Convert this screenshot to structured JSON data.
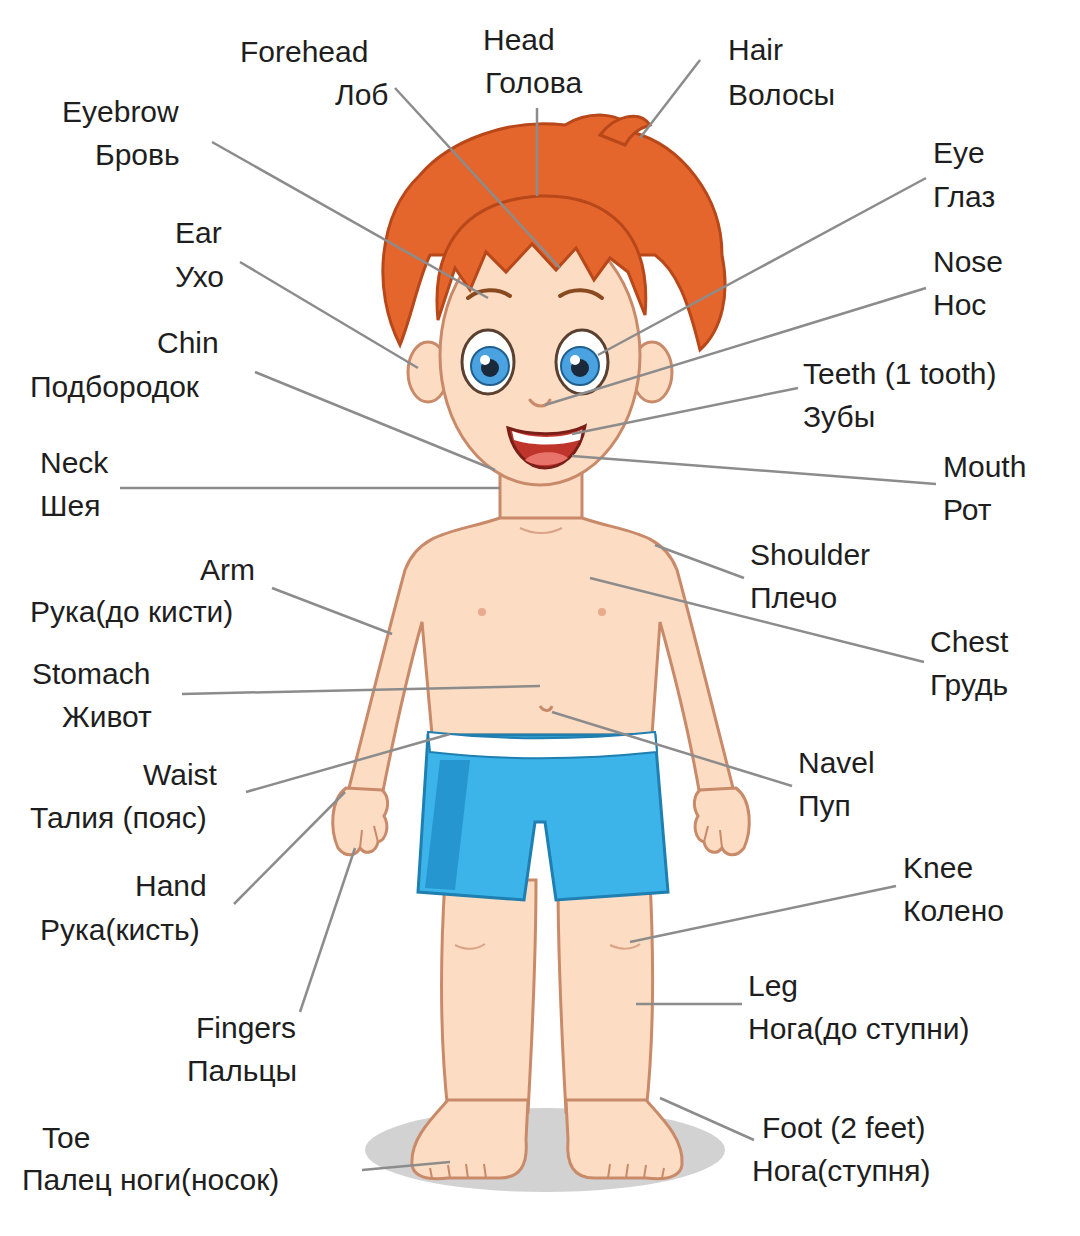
{
  "diagram": {
    "labels": [
      "Forehead",
      "Лоб",
      "Head",
      "Голова",
      "Hair",
      "Волосы",
      "Eyebrow",
      "Бровь",
      "Eye",
      "Глаз",
      "Ear",
      "Ухо",
      "Nose",
      "Нос",
      "Chin",
      "Подбородок",
      "Teeth (1 tooth)",
      "Зубы",
      "Neck",
      "Шея",
      "Mouth",
      "Рот",
      "Shoulder",
      "Плечо",
      "Arm",
      "Рука(до кисти)",
      "Chest",
      "Грудь",
      "Stomach",
      "Живот",
      "Navel",
      "Пуп",
      "Waist",
      "Талия (пояс)",
      "Knee",
      "Колено",
      "Hand",
      "Рука(кисть)",
      "Leg",
      "Нога(до ступни)",
      "Fingers",
      "Пальцы",
      "Toe",
      "Палец ноги(носок)",
      "Foot (2 feet)",
      "Нога(ступня)"
    ]
  }
}
